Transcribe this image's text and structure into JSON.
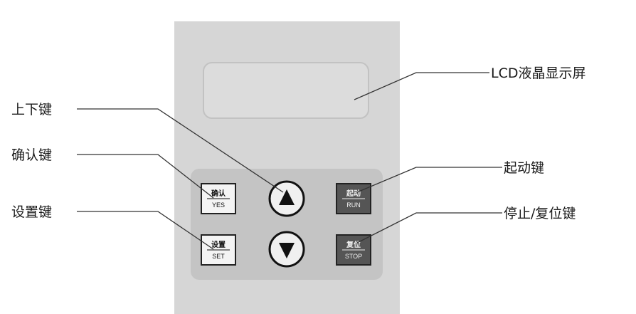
{
  "labels": {
    "lcd": "LCD液晶显示屏",
    "updown": "上下键",
    "confirm": "确认键",
    "set": "设置键",
    "start": "起动键",
    "stop_reset": "停止/复位键"
  },
  "buttons": {
    "confirm": {
      "top": "确认",
      "bottom": "YES"
    },
    "set": {
      "top": "设置",
      "bottom": "SET"
    },
    "run": {
      "top": "起动",
      "bottom": "RUN"
    },
    "stop": {
      "top": "复位",
      "bottom": "STOP"
    }
  },
  "colors": {
    "panel": "#d6d6d6",
    "keypad": "#c6c6c6",
    "lcd": "#dddddd",
    "dark_button": "#555555",
    "line": "#333333"
  }
}
